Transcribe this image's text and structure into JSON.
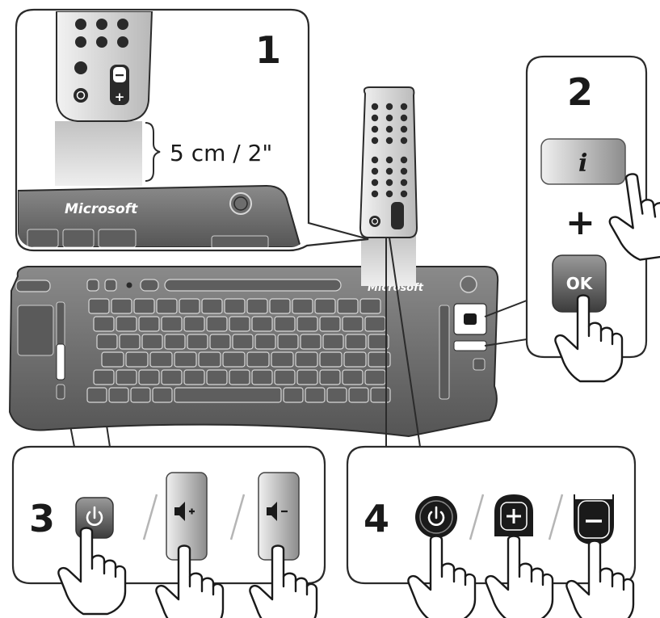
{
  "steps": [
    {
      "number": "1",
      "distance": "5 cm / 2\""
    },
    {
      "number": "2",
      "info_key": "i",
      "plus": "+",
      "ok_key": "OK"
    },
    {
      "number": "3"
    },
    {
      "number": "4"
    }
  ],
  "keyboard": {
    "brand": "Microsoft"
  },
  "colors": {
    "keyboard_body": "#6b6b6b",
    "remote_body": "#c9c9c9",
    "key_gray": "#5e5e5e",
    "outline": "#2b2b2b"
  },
  "icons": [
    "power-icon",
    "volume-up-icon",
    "volume-down-icon",
    "plus-icon",
    "minus-icon",
    "pointing-hand-icon"
  ]
}
